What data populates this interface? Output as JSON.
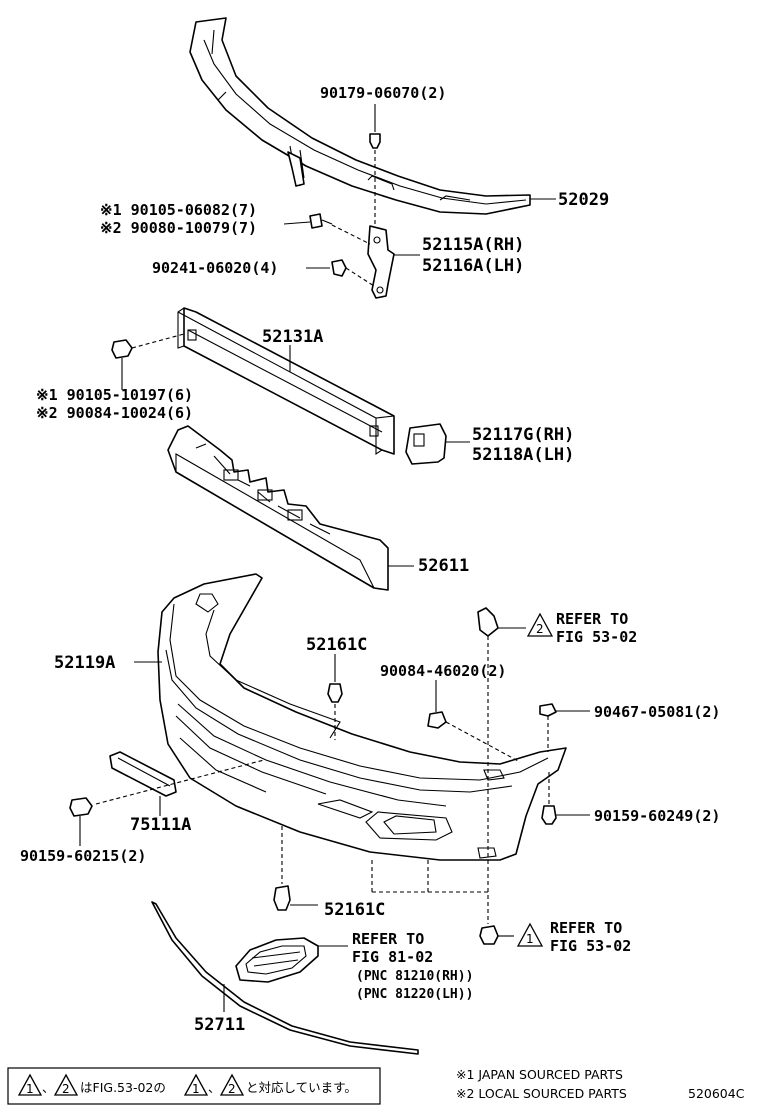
{
  "diagram": {
    "parts": {
      "p52029": "52029",
      "p90179": "90179-06070(2)",
      "p90105_06082": "※1 90105-06082(7)",
      "p90080_10079": "※2 90080-10079(7)",
      "p90241": "90241-06020(4)",
      "p52115A": "52115A(RH)",
      "p52116A": "52116A(LH)",
      "p52131A": "52131A",
      "p90105_10197": "※1 90105-10197(6)",
      "p90084_10024": "※2 90084-10024(6)",
      "p52117G": "52117G(RH)",
      "p52118A": "52118A(LH)",
      "p52611": "52611",
      "p52119A": "52119A",
      "p52161C_top": "52161C",
      "p90084_46020": "90084-46020(2)",
      "p90467": "90467-05081(2)",
      "p90159_60249": "90159-60249(2)",
      "p75111A": "75111A",
      "p90159_60215": "90159-60215(2)",
      "p52161C_bottom": "52161C",
      "p52711": "52711",
      "pnc_81210": "(PNC 81210(RH))",
      "pnc_81220": "(PNC 81220(LH))"
    },
    "refs": {
      "refer_to": "REFER TO",
      "fig_53_02": "FIG 53-02",
      "fig_81_02": "FIG 81-02",
      "tri_1": "1",
      "tri_2": "2"
    },
    "legend": {
      "japanese_note": "はFIG.53-02の",
      "japanese_note_end": "と対応しています。",
      "sep": "、",
      "japan_sourced": "※1 JAPAN SOURCED PARTS",
      "local_sourced": "※2 LOCAL SOURCED PARTS",
      "figure_code": "520604C"
    }
  }
}
